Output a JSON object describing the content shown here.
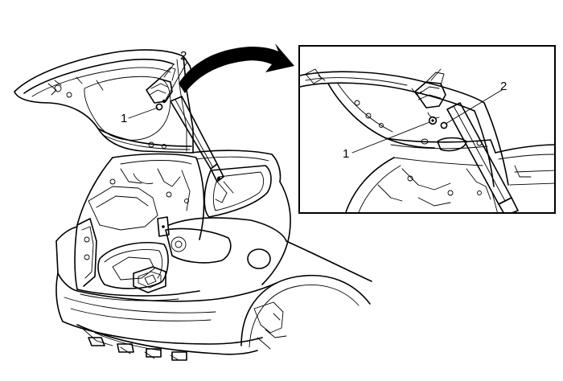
{
  "callouts": {
    "main_1": "1",
    "main_2": "2",
    "detail_1": "1",
    "detail_2": "2"
  },
  "colors": {
    "line": "#000000",
    "background": "#ffffff"
  }
}
